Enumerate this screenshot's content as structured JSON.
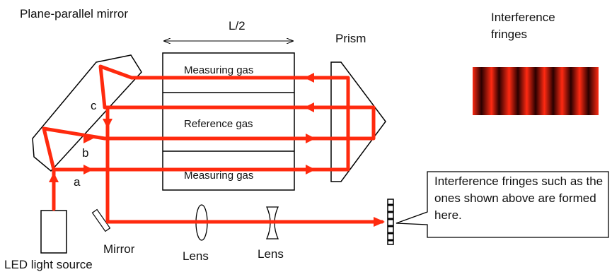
{
  "labels": {
    "mirror_title": "Plane-parallel mirror",
    "half_length": "L/2",
    "prism": "Prism",
    "fringes_title_line1": "Interference",
    "fringes_title_line2": "fringes",
    "measuring_gas_top": "Measuring gas",
    "reference_gas": "Reference gas",
    "measuring_gas_bottom": "Measuring gas",
    "point_a": "a",
    "point_b": "b",
    "point_c": "c",
    "mirror": "Mirror",
    "lens_1": "Lens",
    "lens_2": "Lens",
    "light_source": "LED light source",
    "callout": "Interference fringes such as the ones shown above are formed here."
  },
  "colors": {
    "beam": "#ff2a0e",
    "fringe_dark": "#2a0000",
    "fringe_light": "#ff2a12",
    "outline": "#000000"
  }
}
